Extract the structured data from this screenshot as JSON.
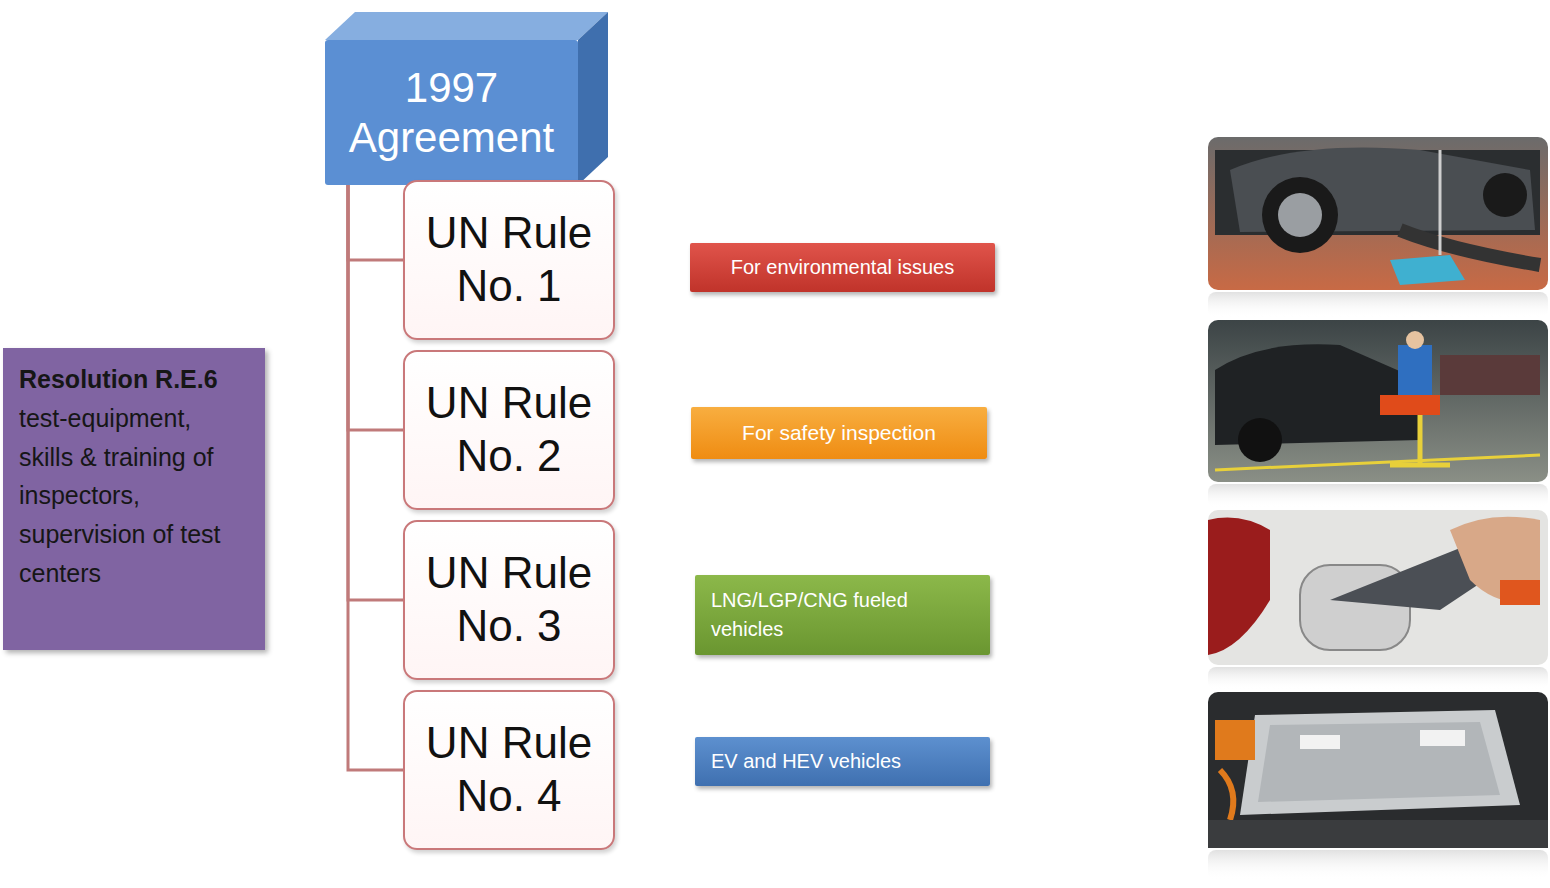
{
  "diagram": {
    "nodes": [
      {
        "text": [
          "1997 Agreement"
        ]
      },
      {
        "text": [
          "UN Rule No. 1"
        ]
      },
      {
        "text": [
          "UN Rule No. 2"
        ]
      },
      {
        "text": [
          "UN Rule No. 3"
        ]
      },
      {
        "text": [
          "UN Rule No. 4"
        ]
      },
      {
        "text": [
          "For environmental issues"
        ]
      },
      {
        "text": [
          "For safety inspection"
        ]
      },
      {
        "text": [
          "LNG/LGP/CNG fueled vehicles"
        ]
      },
      {
        "text": [
          "EV and HEV vehicles"
        ]
      },
      {
        "text": [
          "Resolution R.E.6",
          "test-equipment, skills & training of inspectors, supervision of test centers"
        ]
      }
    ],
    "edges": [
      {
        "from": 0,
        "to": 1,
        "arrow": "none"
      },
      {
        "from": 0,
        "to": 2,
        "arrow": "none"
      },
      {
        "from": 0,
        "to": 3,
        "arrow": "none"
      },
      {
        "from": 0,
        "to": 4,
        "arrow": "none"
      }
    ]
  }
}
